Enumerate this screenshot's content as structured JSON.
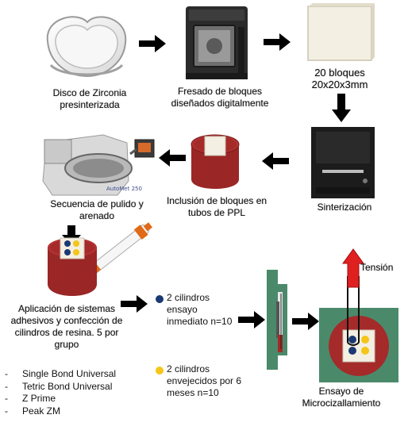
{
  "steps": {
    "disco": "Disco de Zirconia presinterizada",
    "fresado": "Fresado de bloques diseñados digitalmente",
    "bloques_line1": "20 bloques",
    "bloques_line2": "20x20x3mm",
    "sinterizacion": "Sinterización",
    "inclusion": "Inclusión de bloques en tubos de PPL",
    "pulido": "Secuencia de pulido y arenado",
    "aplicacion": "Aplicación de sistemas adhesivos y confección de cilindros de resina. 5 por grupo",
    "ensayo": "Ensayo de Microcizallamiento"
  },
  "machine_brand": "AutoMet 250",
  "adhesives": [
    "Single Bond Universal",
    "Tetric Bond Universal",
    "Z Prime",
    "Peak ZM"
  ],
  "groups": [
    {
      "text": "2 cilindros ensayo inmediato n=10",
      "color": "#1b3a73"
    },
    {
      "text": "2 cilindros envejecidos por 6 meses n=10",
      "color": "#f5c518"
    }
  ],
  "tension_label": "Tensión",
  "colors": {
    "cylinder": "#a52a2a",
    "fixture": "#4a8a6a",
    "block": "#f3efe2",
    "arrow_black": "#000000",
    "arrow_red": "#e02020"
  }
}
